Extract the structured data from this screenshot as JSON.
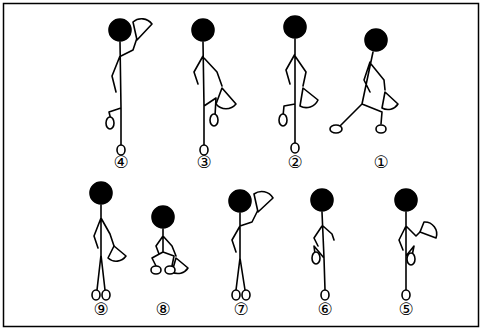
{
  "diagram": {
    "labels": [
      "④",
      "③",
      "②",
      "①",
      "⑨",
      "⑧",
      "⑦",
      "⑥",
      "⑤"
    ]
  }
}
